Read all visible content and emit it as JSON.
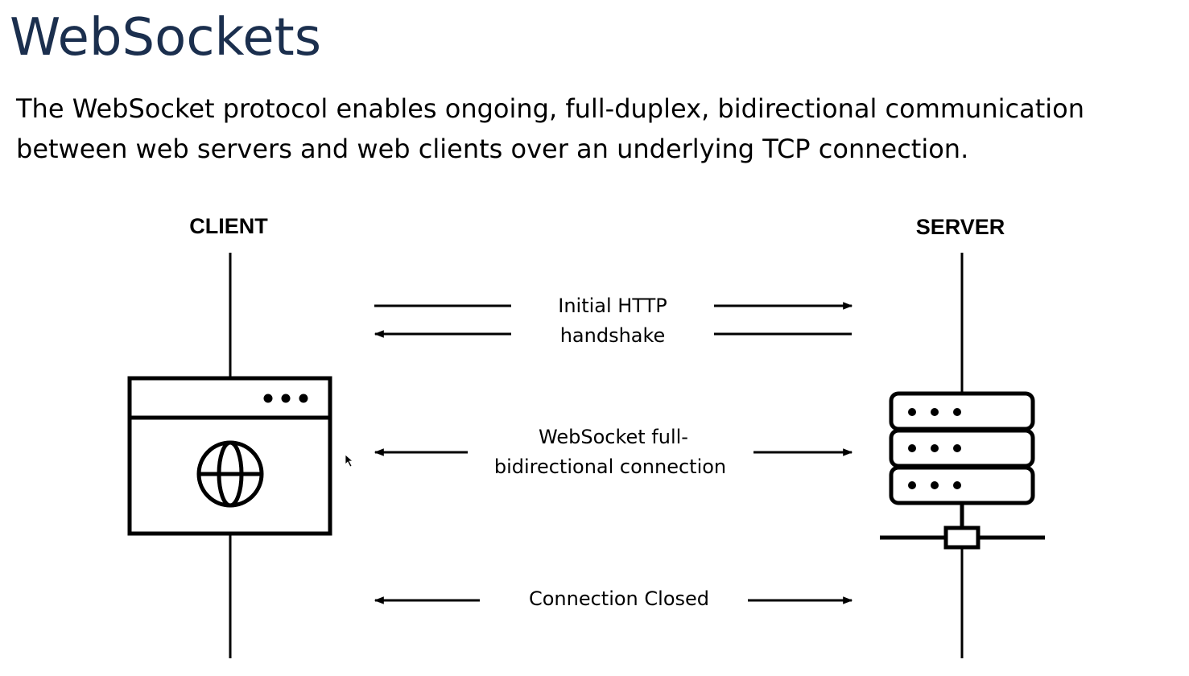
{
  "slide": {
    "title": "WebSockets",
    "description_line1": "The WebSocket protocol enables ongoing, full-duplex, bidirectional communication",
    "description_line2": "between web servers and web clients over an underlying TCP connection."
  },
  "diagram": {
    "client_label": "CLIENT",
    "server_label": "SERVER",
    "handshake_label_line1": "Initial HTTP",
    "handshake_label_line2": "handshake",
    "connection_label_line1": "WebSocket full-",
    "connection_label_line2": "bidirectional connection",
    "closed_label": "Connection Closed",
    "client_icon": "browser-globe-icon",
    "server_icon": "server-rack-icon"
  }
}
